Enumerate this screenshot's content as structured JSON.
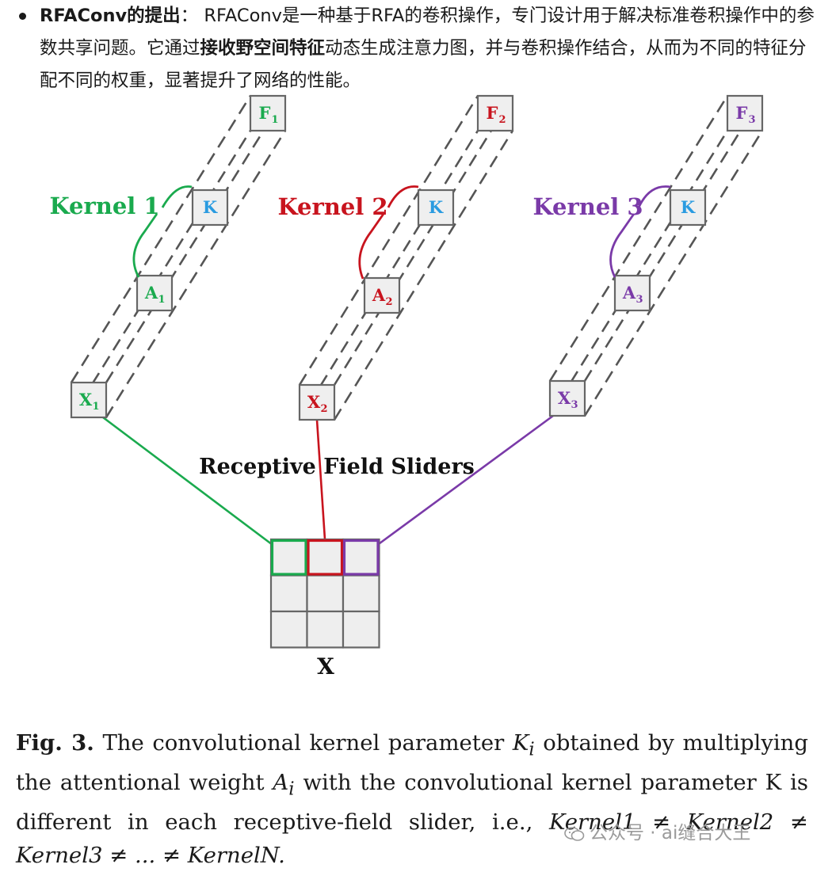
{
  "bullet": {
    "title": "RFAConv的提出",
    "colon": "：",
    "text_a": " RFAConv是一种基于RFA的卷积操作，专门设计用于解决标准卷积操作中的参数共享问题。它通过",
    "text_bold": "接收野空间特征",
    "text_b": "动态生成注意力图，并与卷积操作结合，从而为不同的特征分配不同的权重，显著提升了网络的性能。"
  },
  "diagram": {
    "title": "Receptive Field Sliders",
    "x_label": "X",
    "k_label": "K",
    "branches": [
      {
        "kernel_label": "Kernel 1",
        "f_label": "F",
        "a_label": "A",
        "x_label": "X",
        "sub": "1",
        "color": "#1aaa4e"
      },
      {
        "kernel_label": "Kernel 2",
        "f_label": "F",
        "a_label": "A",
        "x_label": "X",
        "sub": "2",
        "color": "#c8141e"
      },
      {
        "kernel_label": "Kernel 3",
        "f_label": "F",
        "a_label": "A",
        "x_label": "X",
        "sub": "3",
        "color": "#7a3aa8"
      }
    ],
    "k_color": "#2a9be0"
  },
  "caption": {
    "label": "Fig. 3.",
    "t1": " The convolutional kernel parameter ",
    "ki": "K",
    "i1": "i",
    "t2": " obtained by multiplying the attentional weight ",
    "ai": "A",
    "i2": "i",
    "t3": " with the convolutional kernel parameter K is different in each receptive-field slider, i.e., ",
    "eq": "Kernel1 ≠ Kernel2 ≠ Kernel3 ≠ ... ≠ KernelN."
  },
  "watermark": {
    "text": "公众号 · ai缝合大王"
  }
}
